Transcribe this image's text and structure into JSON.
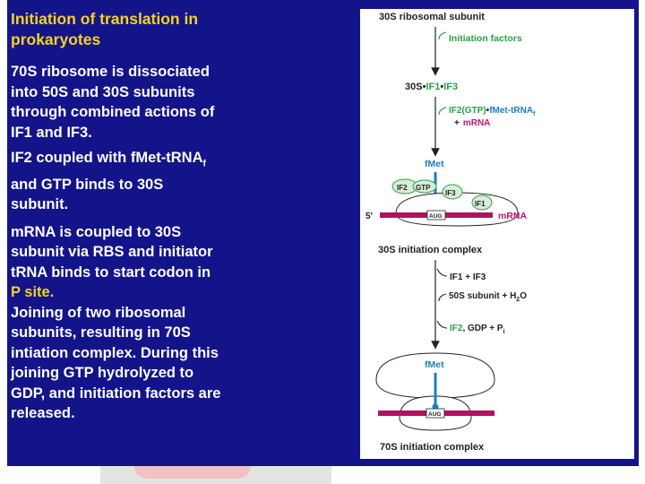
{
  "slide": {
    "title_line1": "Initiation of translation in",
    "title_line2": "prokaryotes",
    "block1": [
      "70S ribosome is dissociated",
      "into 50S and 30S subunits",
      "through combined actions of",
      "IF1 and IF3."
    ],
    "block2": {
      "line1_main": "IF2 coupled with fMet-tRNA",
      "line1_sub": "f",
      "line2": "and GTP binds to 30S",
      "line3": "subunit."
    },
    "block3": {
      "line1": "mRNA is coupled to 30S",
      "line2": "subunit via RBS and initiator",
      "line3": "tRNA binds to start codon in",
      "line4": "P site."
    },
    "block4": [
      "Joining of two ribosomal",
      "subunits, resulting in 70S",
      "intiation complex.  During this",
      "joining GTP hydrolyzed to",
      "GDP, and initiation factors are",
      "released."
    ]
  },
  "diagram": {
    "top_label": "30S ribosomal subunit",
    "init_factors": "Initiation factors",
    "complex1": {
      "prefix": "30S",
      "dot1": "•",
      "if1": "IF1",
      "dot2": "•",
      "if3": "IF3"
    },
    "step2": {
      "if2_gtp": "IF2(GTP)",
      "dot": "•",
      "fmet_trna": "fMet-tRNA",
      "sub_f": "f",
      "plus": "+",
      "mrna": "mRNA"
    },
    "fmet1": "fMet",
    "if2_label": "IF2",
    "gtp_label": "GTP",
    "if3_label": "IF3",
    "if1_label": "IF1",
    "five_prime": "5′",
    "aug1": "AUG",
    "mrna_label": "mRNA",
    "init_complex_30s": "30S initiation complex",
    "release1": "IF1 + IF3",
    "step_50s": "50S subunit + H",
    "h2o_sub": "2",
    "h2o_o": "O",
    "release2_if2": "IF2",
    "release2_rest": ", GDP + P",
    "pi_sub": "i",
    "fmet2": "fMet",
    "aug2": "AUG",
    "init_complex_70s": "70S initiation complex",
    "colors": {
      "slide_bg": "#14148a",
      "title": "#f6d21c",
      "green": "#2e9e4a",
      "blue": "#1a7fc1",
      "magenta": "#c0166f",
      "mrna_bar": "#b0125e"
    }
  }
}
